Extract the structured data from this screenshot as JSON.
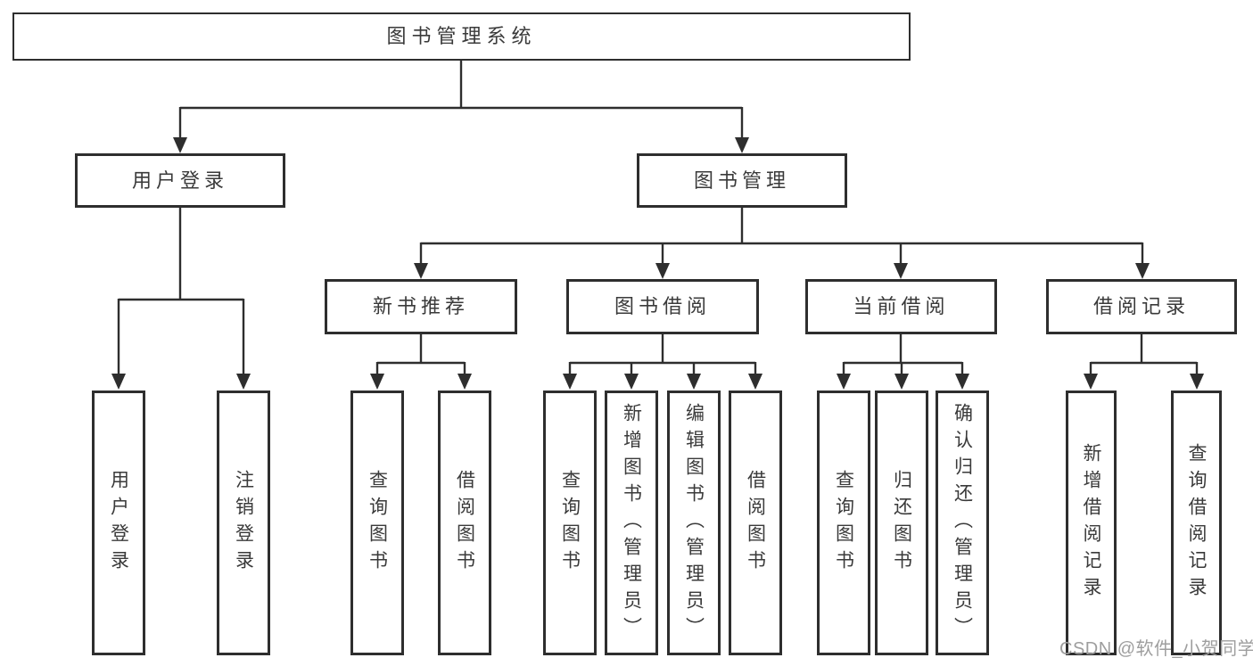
{
  "title": "图书管理系统",
  "level2": [
    "用户登录",
    "图书管理"
  ],
  "level3": [
    "新书推荐",
    "图书借阅",
    "当前借阅",
    "借阅记录"
  ],
  "leaves": {
    "user_login": [
      "用户登录",
      "注销登录"
    ],
    "new_book": [
      "查询图书",
      "借阅图书"
    ],
    "book_borrow": [
      "查询图书",
      "新增图书（管理员）",
      "编辑图书（管理员）",
      "借阅图书"
    ],
    "current_borrow": [
      "查询图书",
      "归还图书",
      "确认归还（管理员）"
    ],
    "borrow_record": [
      "新增借阅记录",
      "查询借阅记录"
    ]
  },
  "watermark": "CSDN @软件_小贺同学",
  "colors": {
    "line": "#2e2e2e",
    "border": "#2e2e2e",
    "text": "#3a3a3a",
    "watermark_text": "#9e9e9e",
    "background": "#ffffff"
  }
}
